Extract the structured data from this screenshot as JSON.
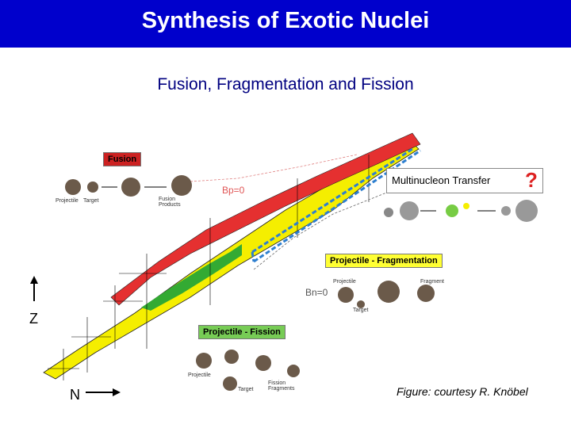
{
  "header": {
    "title": "Synthesis of Exotic Nuclei"
  },
  "subtitle": "Fusion, Fragmentation and Fission",
  "labels": {
    "fusion": "Fusion",
    "fragmentation": "Projectile - Fragmentation",
    "fission": "Projectile - Fission",
    "multinucleon": "Multinucleon Transfer",
    "question_mark": "?",
    "bp": "Bp=0",
    "bn": "Bn=0",
    "axis_z": "Z",
    "axis_n": "N",
    "credit": "Figure: courtesy R. Knöbel"
  },
  "inset_text": {
    "fusion_projectile": "Projectile",
    "fusion_target": "Target",
    "fusion_products": "Fusion Products",
    "frag_projectile": "Projectile",
    "frag_target": "Target",
    "frag_fragment": "Fragment",
    "fission_projectile": "Projectile",
    "fission_target": "Target",
    "fission_fragments": "Fission Fragments"
  },
  "colors": {
    "title_bar": "#0000cc",
    "fusion_region": "#e53030",
    "fragmentation_region": "#f5ee00",
    "fission_region": "#33aa33",
    "transfer_arrow": "#2e7fcf"
  }
}
